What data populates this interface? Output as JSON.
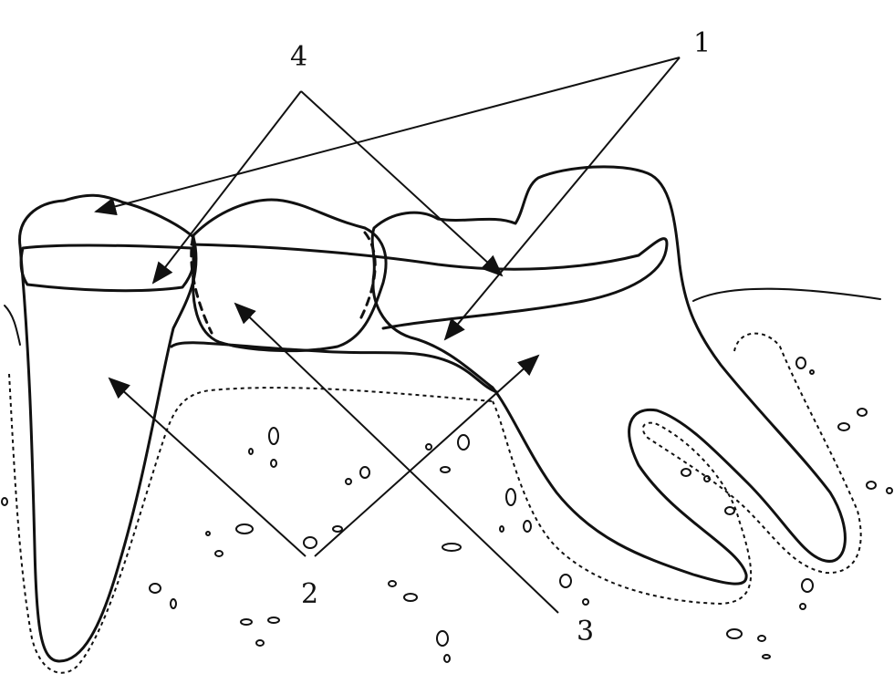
{
  "diagram": {
    "labels": {
      "one": "1",
      "two": "2",
      "three": "3",
      "four": "4"
    },
    "colors": {
      "stroke": "#111111",
      "background": "#ffffff"
    }
  }
}
